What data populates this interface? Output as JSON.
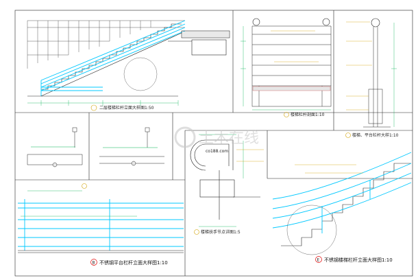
{
  "sheet": {
    "background": "#ffffff",
    "colors": {
      "line": "#1a1a1a",
      "rail": "#00c8ff",
      "dim": "#00b050",
      "note": "#d0a000",
      "hatch": "#c02020",
      "mark": "#e00000"
    }
  },
  "captions": {
    "stair_elevation": "二层楼梯栏杆立面大样图1:50",
    "glass_section": "楼梯栏杆剖面1:10",
    "post_detail": "楼梯、平台栏杆大样1:10",
    "handrail_plan": "楼梯扶手节点详图1:5",
    "platform_rail": "不锈钢平台栏杆立面大样图1:10",
    "stair_rail": "不锈钢楼梯栏杆立面大样图1:10"
  },
  "markers": {
    "platform_rail": "B",
    "stair_rail": "E"
  },
  "watermark": {
    "logo_text": "土木在线",
    "sub_text": "co188.com"
  }
}
